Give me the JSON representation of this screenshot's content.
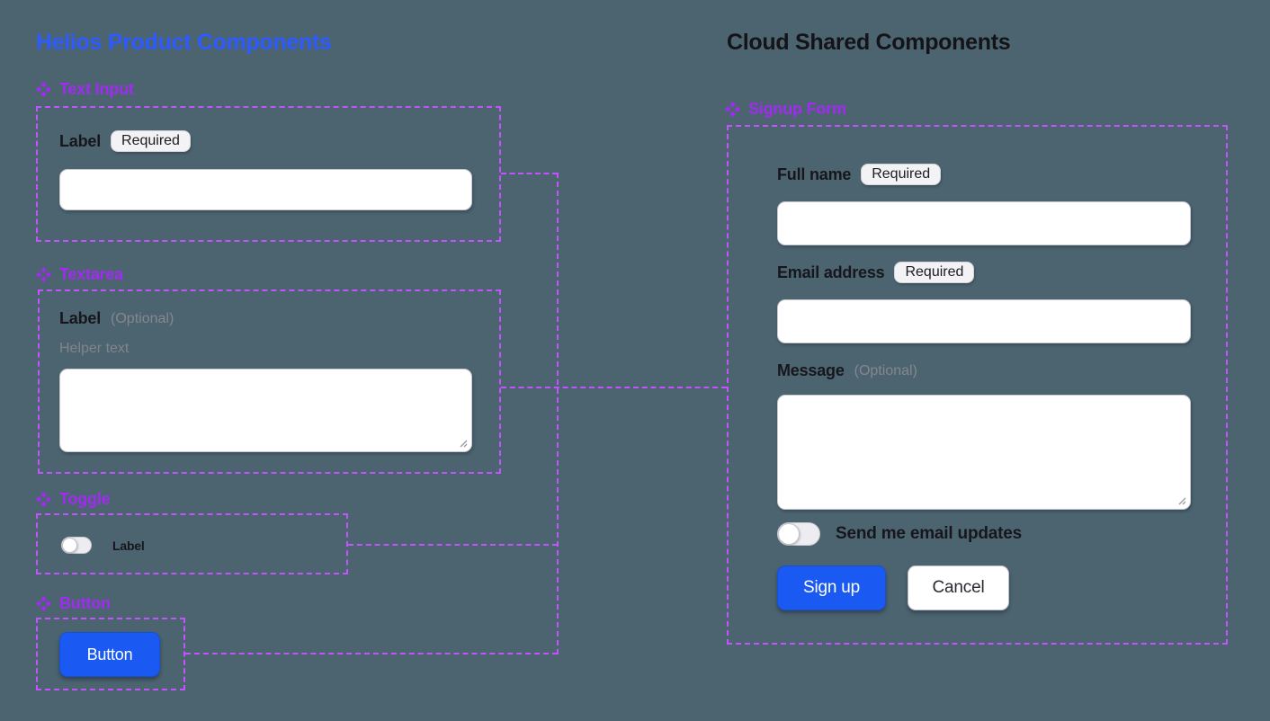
{
  "colors": {
    "bg": "#4C6470",
    "title_blue": "#2D5BFF",
    "purple": "#A12BF2",
    "dash": "#C353FF",
    "blue": "#1A5AF2"
  },
  "icons": {
    "component_icon": "❖"
  },
  "helios": {
    "title": "Helios Product Components",
    "text_input": {
      "heading": "Text Input",
      "label": "Label",
      "badge": "Required"
    },
    "textarea": {
      "heading": "Textarea",
      "label": "Label",
      "optional": "(Optional)",
      "helper": "Helper text"
    },
    "toggle": {
      "heading": "Toggle",
      "label": "Label"
    },
    "button": {
      "heading": "Button",
      "button_label": "Button"
    }
  },
  "cloud": {
    "title": "Cloud Shared Components",
    "signup_form": {
      "heading": "Signup Form",
      "fields": [
        {
          "label": "Full name",
          "badge": "Required"
        },
        {
          "label": "Email address",
          "badge": "Required"
        },
        {
          "label": "Message",
          "suffix": "(Optional)"
        }
      ],
      "toggle_label": "Send me email updates",
      "submit_label": "Sign up",
      "cancel_label": "Cancel"
    }
  }
}
